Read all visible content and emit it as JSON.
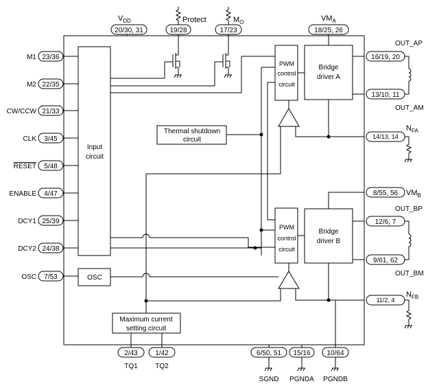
{
  "ic": {
    "blocks": {
      "input_circuit": [
        "Input",
        "circuit"
      ],
      "osc": "OSC",
      "thermal": [
        "Thermal shutdown",
        "circuit"
      ],
      "pwm_a": [
        "PWM",
        "control",
        "circuit"
      ],
      "pwm_b": [
        "PWM",
        "control",
        "circuit"
      ],
      "bridge_a": [
        "Bridge",
        "driver A"
      ],
      "bridge_b": [
        "Bridge",
        "driver B"
      ],
      "max_current": [
        "Maximum current",
        "setting circuit"
      ]
    },
    "left_pins": [
      {
        "name": "M1",
        "pin": "23/36"
      },
      {
        "name": "M2",
        "pin": "22/35"
      },
      {
        "name": "CW/CCW",
        "pin": "21/33"
      },
      {
        "name": "CLK",
        "pin": "3/45"
      },
      {
        "name": "RESET",
        "pin": "5/48"
      },
      {
        "name": "ENABLE",
        "pin": "4/47"
      },
      {
        "name": "DCY1",
        "pin": "25/39"
      },
      {
        "name": "DCY2",
        "pin": "24/38"
      },
      {
        "name": "OSC",
        "pin": "7/53"
      }
    ],
    "top_pins": {
      "vdd": {
        "name": "V",
        "sub": "DD",
        "pin": "20/30, 31"
      },
      "protect": {
        "name": "Protect",
        "pin": "19/28"
      },
      "mo": {
        "name": "M",
        "sub": "O",
        "pin": "17/23"
      },
      "vma": {
        "name": "VM",
        "sub": "A",
        "pin": "18/25, 26"
      }
    },
    "right_pins": {
      "out_ap": {
        "name": "OUT_AP",
        "pin": "16/19, 20"
      },
      "out_am": {
        "name": "OUT_AM",
        "pin": "13/10, 11"
      },
      "nfa": {
        "name": "N",
        "sub": "FA",
        "pin": "14/13, 14"
      },
      "vmb": {
        "name": "VM",
        "sub": "B",
        "pin": "8/55, 56"
      },
      "out_bp": {
        "name": "OUT_BP",
        "pin": "12/6, 7"
      },
      "out_bm": {
        "name": "OUT_BM",
        "pin": "9/61, 62"
      },
      "nfb": {
        "name": "N",
        "sub": "FB",
        "pin": "11/2, 4"
      }
    },
    "bottom_pins": {
      "tq1": {
        "name": "TQ1",
        "pin": "2/43"
      },
      "tq2": {
        "name": "TQ2",
        "pin": "1/42"
      },
      "sgnd": {
        "name": "SGND",
        "pin": "6/50, 51"
      },
      "pgnda": {
        "name": "PGNDA",
        "pin": "15/16"
      },
      "pgndb": {
        "name": "PGNDB",
        "pin": "10/64"
      }
    }
  }
}
